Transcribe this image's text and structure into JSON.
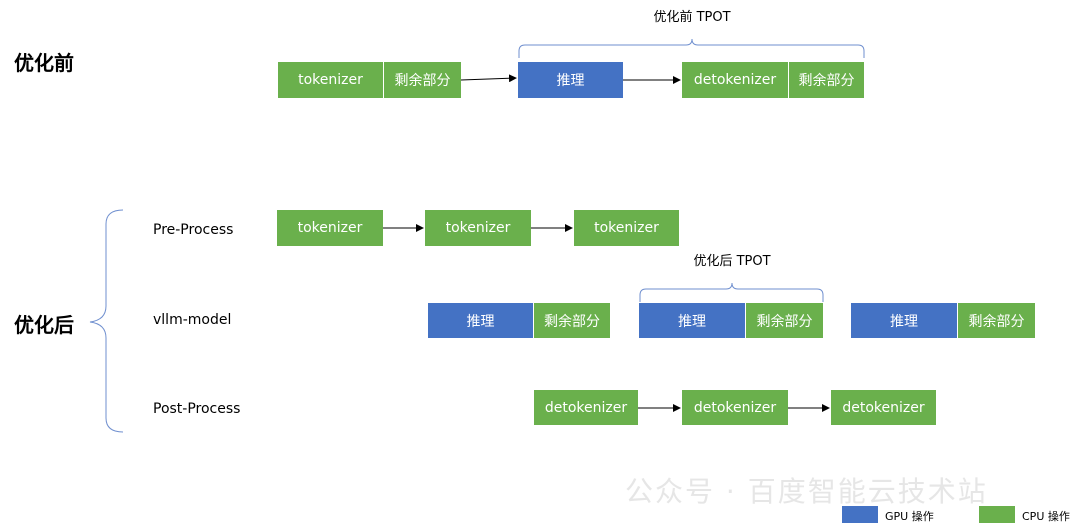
{
  "sections": {
    "before": "优化前",
    "after": "优化后"
  },
  "rows": {
    "pre": "Pre-Process",
    "model": "vllm-model",
    "post": "Post-Process"
  },
  "annotations": {
    "tpot_before": "优化前 TPOT",
    "tpot_after": "优化后 TPOT"
  },
  "labels": {
    "tokenizer": "tokenizer",
    "detokenizer": "detokenizer",
    "inference": "推理",
    "remaining": "剩余部分"
  },
  "legend": {
    "gpu": "GPU 操作",
    "cpu": "CPU 操作"
  },
  "watermark": "公众号 · 百度智能云技术站",
  "colors": {
    "cpu": "#6ab04c",
    "gpu": "#4472c4",
    "bracket": "#6f8fcf"
  }
}
